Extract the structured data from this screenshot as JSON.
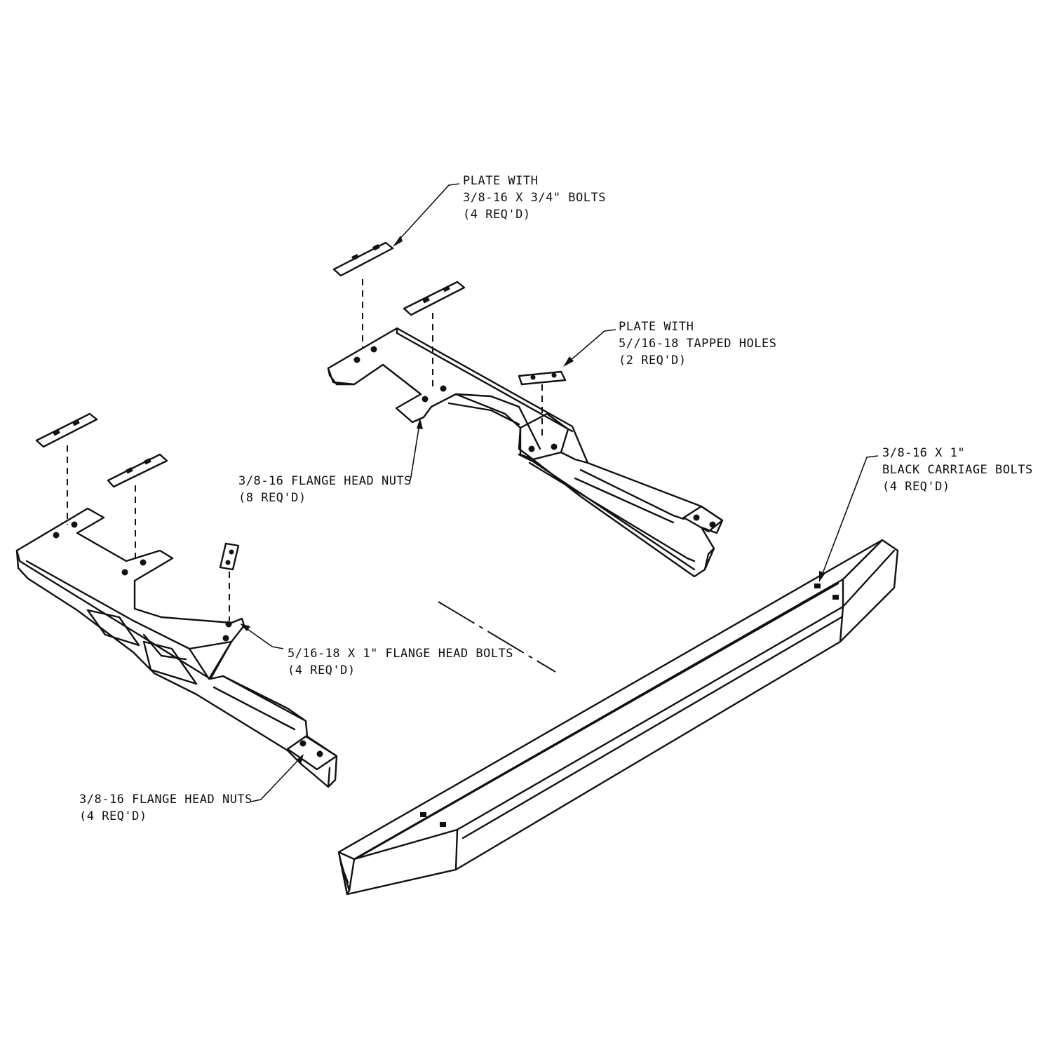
{
  "callouts": {
    "plate_bolts": {
      "line1": "PLATE WITH",
      "line2": "3/8-16 X 3/4\" BOLTS",
      "line3": "(4 REQ'D)"
    },
    "plate_tapped": {
      "line1": "PLATE WITH",
      "line2": "5//16-18 TAPPED HOLES",
      "line3": "(2 REQ'D)"
    },
    "nuts_upper": {
      "line1": "3/8-16 FLANGE HEAD NUTS",
      "line2": "(8 REQ'D)"
    },
    "carriage_bolts": {
      "line1": "3/8-16 X 1\"",
      "line2": "BLACK CARRIAGE BOLTS",
      "line3": "(4 REQ'D)"
    },
    "flange_bolts": {
      "line1": "5/16-18 X 1\" FLANGE HEAD BOLTS",
      "line2": "(4 REQ'D)"
    },
    "nuts_lower": {
      "line1": "3/8-16 FLANGE HEAD NUTS",
      "line2": "(4  REQ'D)"
    }
  }
}
